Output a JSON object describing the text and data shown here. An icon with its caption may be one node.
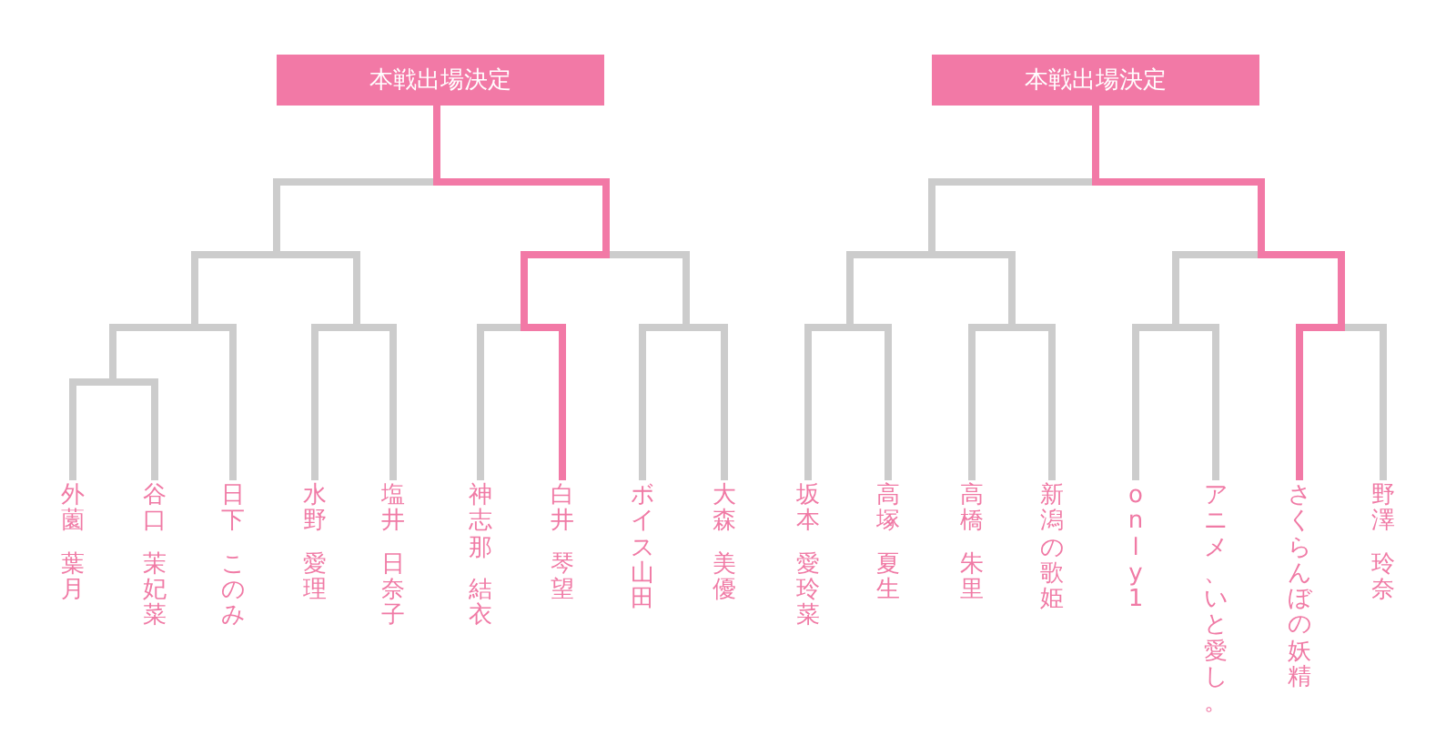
{
  "diagram": {
    "nodes": [
      {
        "text": [
          "本戦出場決定"
        ]
      },
      {
        "text": [
          "本戦出場決定"
        ]
      },
      {
        "text": [
          "外薗",
          "葉月"
        ]
      },
      {
        "text": [
          "谷口",
          "茉妃菜"
        ]
      },
      {
        "text": [
          "日下",
          "このみ"
        ]
      },
      {
        "text": [
          "水野",
          "愛理"
        ]
      },
      {
        "text": [
          "塩井",
          "日奈子"
        ]
      },
      {
        "text": [
          "神志那",
          "結衣"
        ]
      },
      {
        "text": [
          "白井",
          "琴望"
        ]
      },
      {
        "text": [
          "ボイス山田"
        ]
      },
      {
        "text": [
          "大森",
          "美優"
        ]
      },
      {
        "text": [
          "坂本",
          "愛玲菜"
        ]
      },
      {
        "text": [
          "高塚",
          "夏生"
        ]
      },
      {
        "text": [
          "高橋",
          "朱里"
        ]
      },
      {
        "text": [
          "新潟の歌姫"
        ]
      },
      {
        "text": [
          "only1"
        ]
      },
      {
        "text": [
          "アニメ、いと愛し。"
        ]
      },
      {
        "text": [
          "さくらんぼの妖精"
        ]
      },
      {
        "text": [
          "野澤",
          "玲奈"
        ]
      }
    ],
    "edges": [
      {
        "from": 2,
        "to": 0,
        "arrow": "none"
      },
      {
        "from": 3,
        "to": 0,
        "arrow": "none"
      },
      {
        "from": 4,
        "to": 0,
        "arrow": "none"
      },
      {
        "from": 5,
        "to": 0,
        "arrow": "none"
      },
      {
        "from": 6,
        "to": 0,
        "arrow": "none"
      },
      {
        "from": 7,
        "to": 0,
        "arrow": "none"
      },
      {
        "from": 8,
        "to": 0,
        "arrow": "none",
        "color": "#f279a6"
      },
      {
        "from": 9,
        "to": 0,
        "arrow": "none"
      },
      {
        "from": 10,
        "to": 0,
        "arrow": "none"
      },
      {
        "from": 11,
        "to": 1,
        "arrow": "none"
      },
      {
        "from": 12,
        "to": 1,
        "arrow": "none"
      },
      {
        "from": 13,
        "to": 1,
        "arrow": "none"
      },
      {
        "from": 14,
        "to": 1,
        "arrow": "none"
      },
      {
        "from": 15,
        "to": 1,
        "arrow": "none"
      },
      {
        "from": 16,
        "to": 1,
        "arrow": "none"
      },
      {
        "from": 17,
        "to": 1,
        "arrow": "none",
        "color": "#f279a6"
      },
      {
        "from": 18,
        "to": 1,
        "arrow": "none"
      }
    ]
  }
}
